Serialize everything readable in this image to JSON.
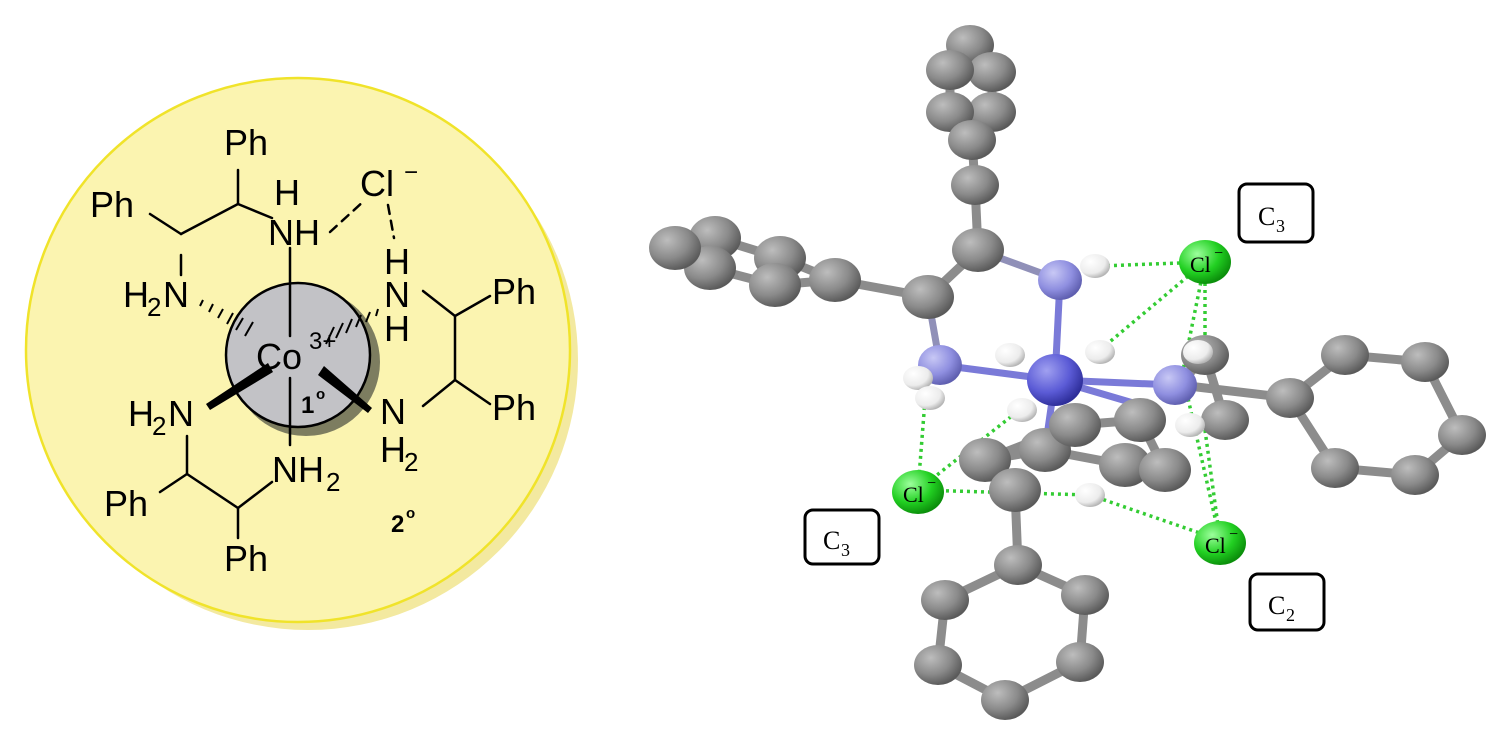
{
  "scheme": {
    "center": {
      "metal": "Co",
      "charge": "3+"
    },
    "sphere_labels": {
      "first": "1",
      "second": "2",
      "degree": "o"
    },
    "phenyl": "Ph",
    "nh_h": "H",
    "nh_n": "N",
    "amine_nh": "NH",
    "amine_h2n": "H",
    "amine_nh2": "NH",
    "sub2": "2",
    "chloride": {
      "symbol": "Cl",
      "charge": "−"
    }
  },
  "crystal": {
    "symmetry_labels": [
      {
        "main": "C",
        "sub": "3"
      },
      {
        "main": "C",
        "sub": "3"
      },
      {
        "main": "C",
        "sub": "2"
      }
    ],
    "chloride_label": {
      "symbol": "Cl",
      "charge": "−"
    },
    "colors": {
      "carbon": "#808080",
      "nitrogen": "#8f8fe0",
      "cobalt": "#5b5bd6",
      "hydrogen": "#f2f2f2",
      "chloride": "#1fd01f",
      "hbond": "#33cc33"
    }
  },
  "colors": {
    "sphere_fill": "#fbf4b0",
    "sphere_edge": "#f0e32a",
    "metal_disc": "#c2c2c6"
  }
}
